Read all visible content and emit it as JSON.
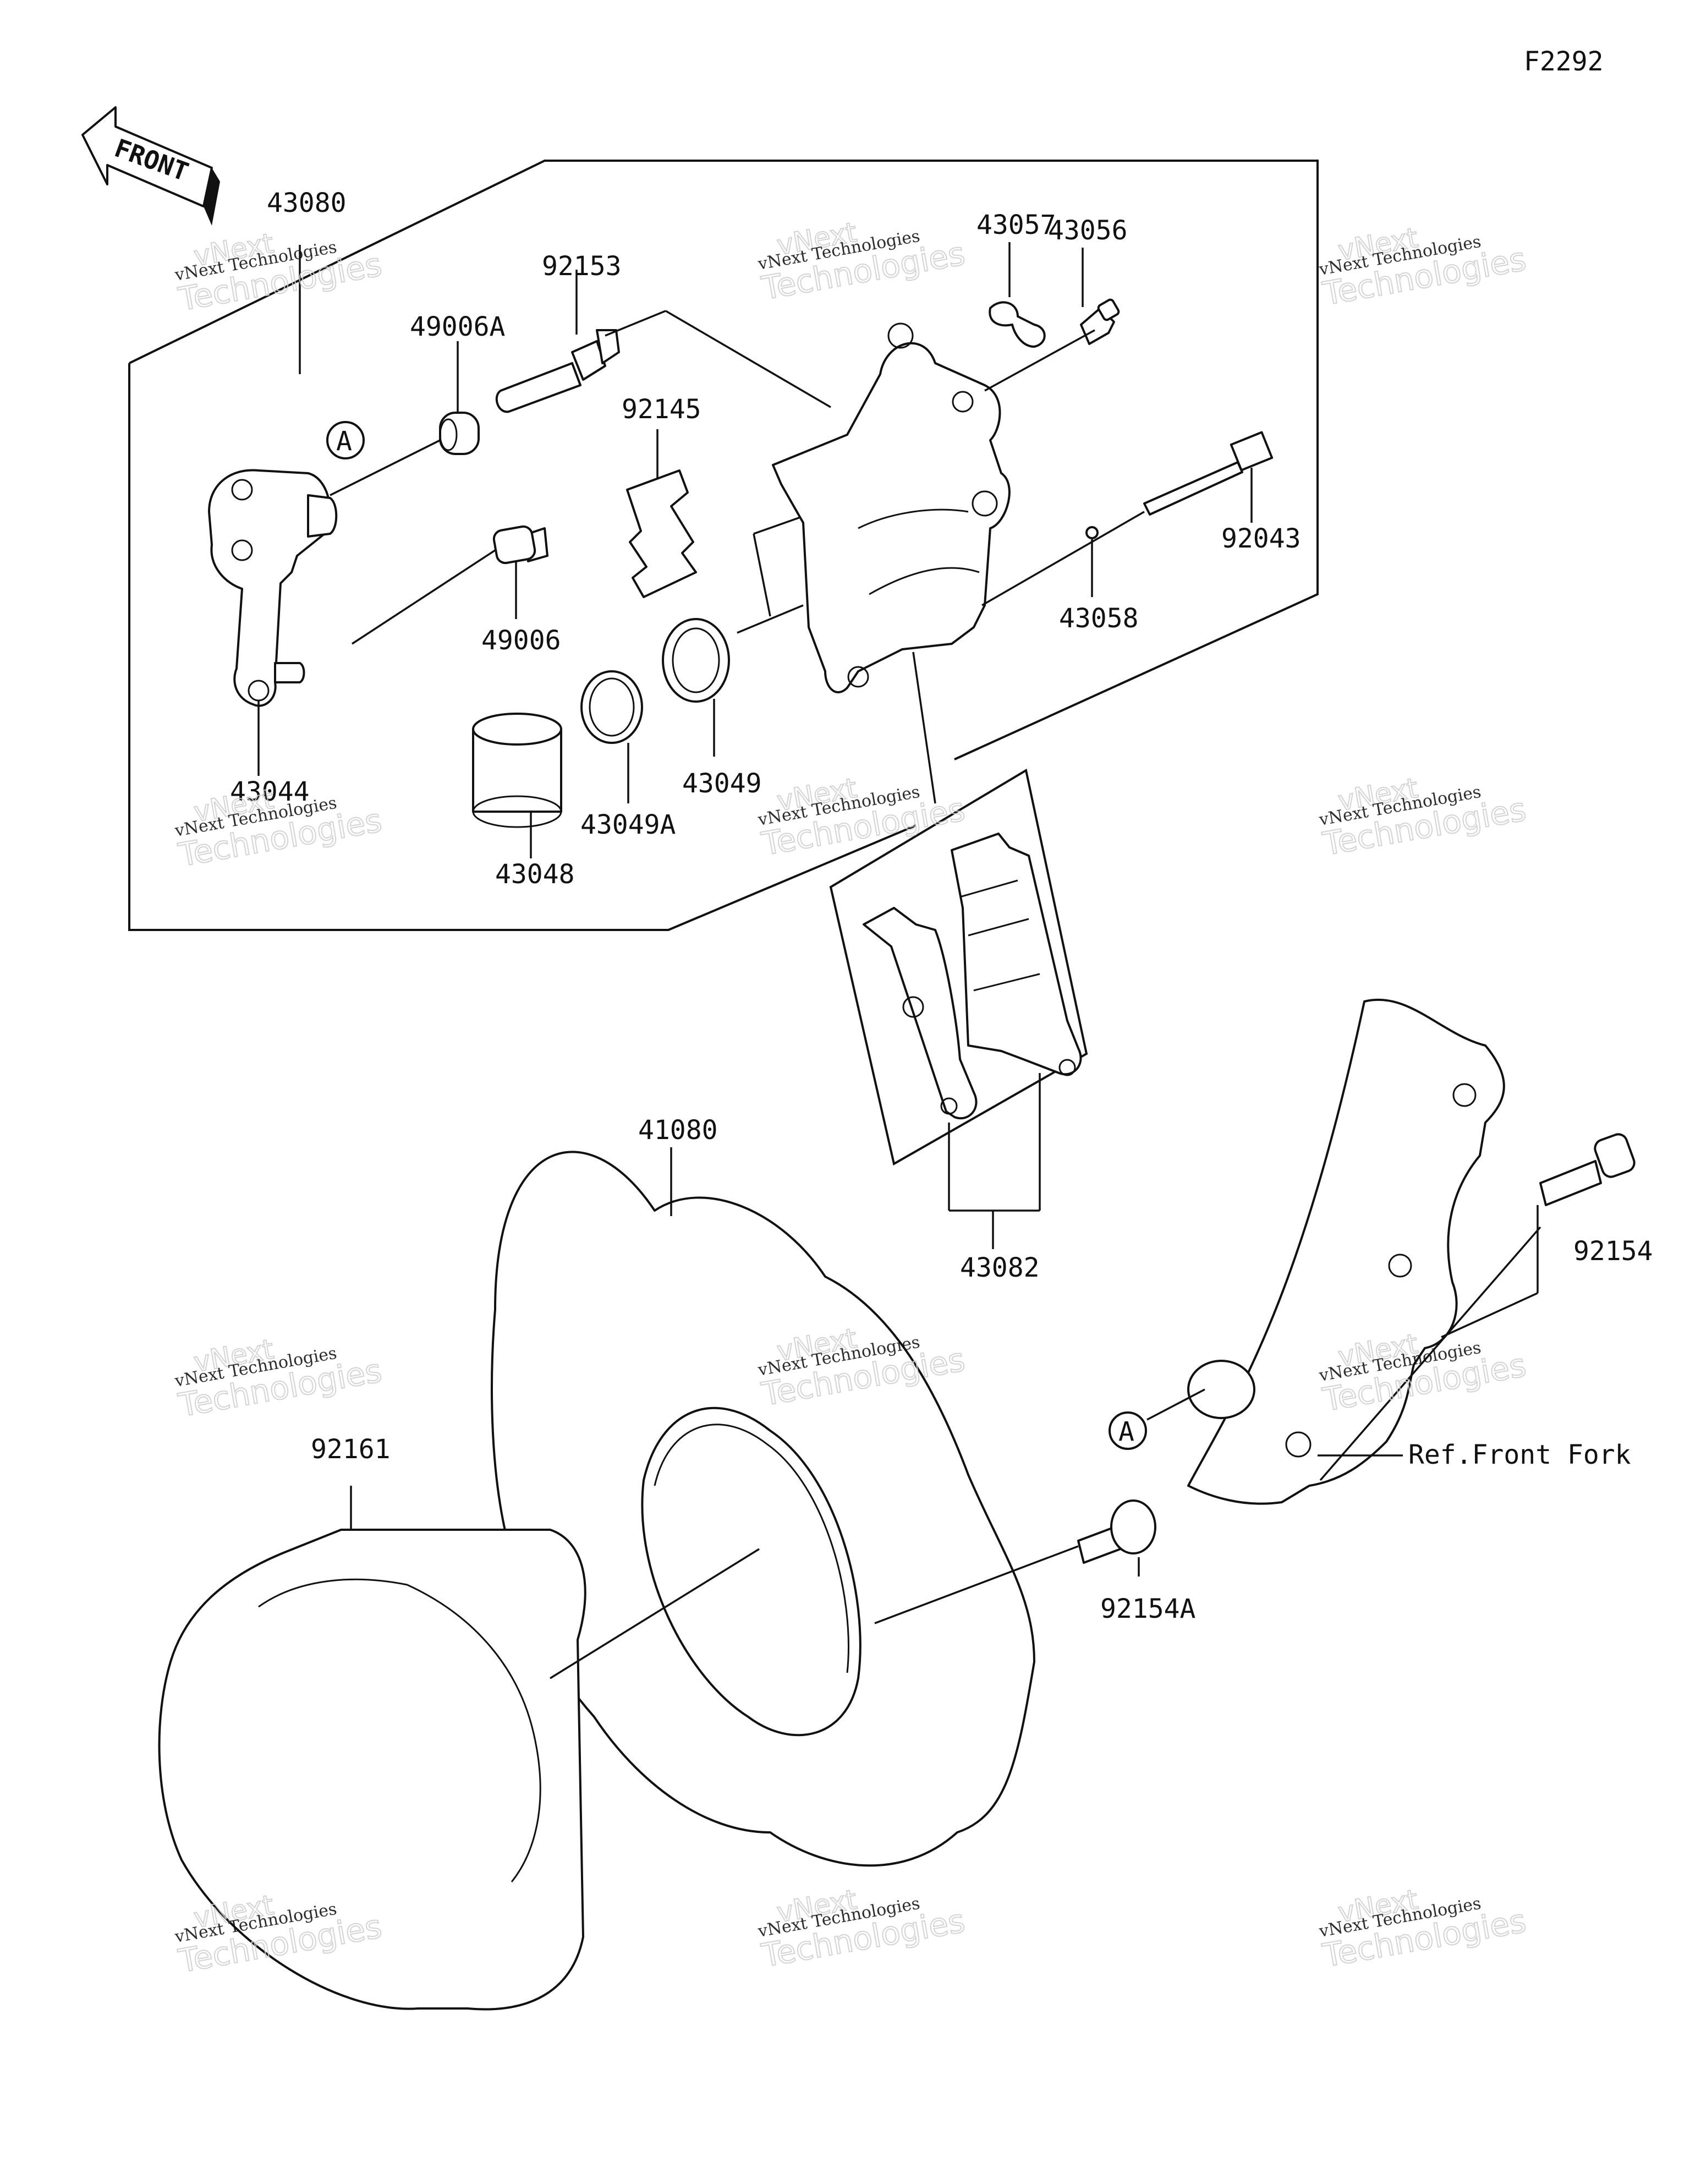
{
  "diagram_code": "F2292",
  "front_label": "FRONT",
  "callout_marker": "A",
  "reference_label": "Ref.Front Fork",
  "watermark": {
    "small": "vNext Technologies",
    "brand": "vNext",
    "large": "Technologies"
  },
  "parts": [
    {
      "id": "43080"
    },
    {
      "id": "92153"
    },
    {
      "id": "49006A"
    },
    {
      "id": "92145"
    },
    {
      "id": "43057"
    },
    {
      "id": "43056"
    },
    {
      "id": "92043"
    },
    {
      "id": "43058"
    },
    {
      "id": "49006"
    },
    {
      "id": "43044"
    },
    {
      "id": "43049"
    },
    {
      "id": "43049A"
    },
    {
      "id": "43048"
    },
    {
      "id": "41080"
    },
    {
      "id": "43082"
    },
    {
      "id": "92154"
    },
    {
      "id": "92154A"
    },
    {
      "id": "92161"
    }
  ]
}
